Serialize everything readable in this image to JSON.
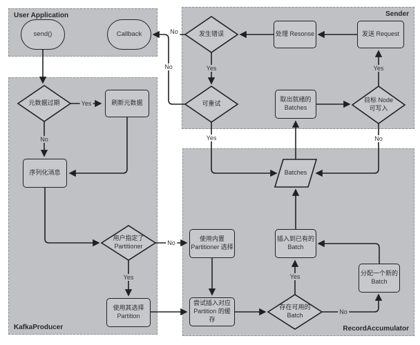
{
  "containers": {
    "user_application": {
      "title": "User Application"
    },
    "sender": {
      "title": "Sender"
    },
    "kafka_producer": {
      "title": "KafkaProducer"
    },
    "record_accumulator": {
      "title": "RecordAccumulator"
    }
  },
  "nodes": {
    "send": "send()",
    "callback": "Callback",
    "error_occurred": "发生错误",
    "handle_response": "处理 Resonse",
    "send_request": "发送 Request",
    "retryable": "可重试",
    "fetch_ready_batches": "取出就绪的\nBatches",
    "target_node_writable": "目标 Node\n可写入",
    "metadata_expired": "元数据过期",
    "refresh_metadata": "刷新元数据",
    "serialize_message": "序列化消息",
    "user_specified_partitioner": "用户指定了\nPartitioner",
    "use_its_partition": "使用其选择\nPartition",
    "use_builtin_partitioner": "使用内置\nPartitioner 选择",
    "try_insert_partition_cache": "尝试插入对应\nPartition 的缓存",
    "batch_available": "存在可用的\nBatch",
    "insert_existing_batch": "插入到已有的\nBatch",
    "allocate_new_batch": "分配一个新的\nBatch",
    "batches": "Batches"
  },
  "edge_labels": {
    "yes": "Yes",
    "no": "No"
  },
  "colors": {
    "background": "#ffffff",
    "container_fill": "#bfc1c4",
    "node_fill": "#c6c8cb",
    "stroke": "#1f2124",
    "text": "#2d2f31"
  }
}
